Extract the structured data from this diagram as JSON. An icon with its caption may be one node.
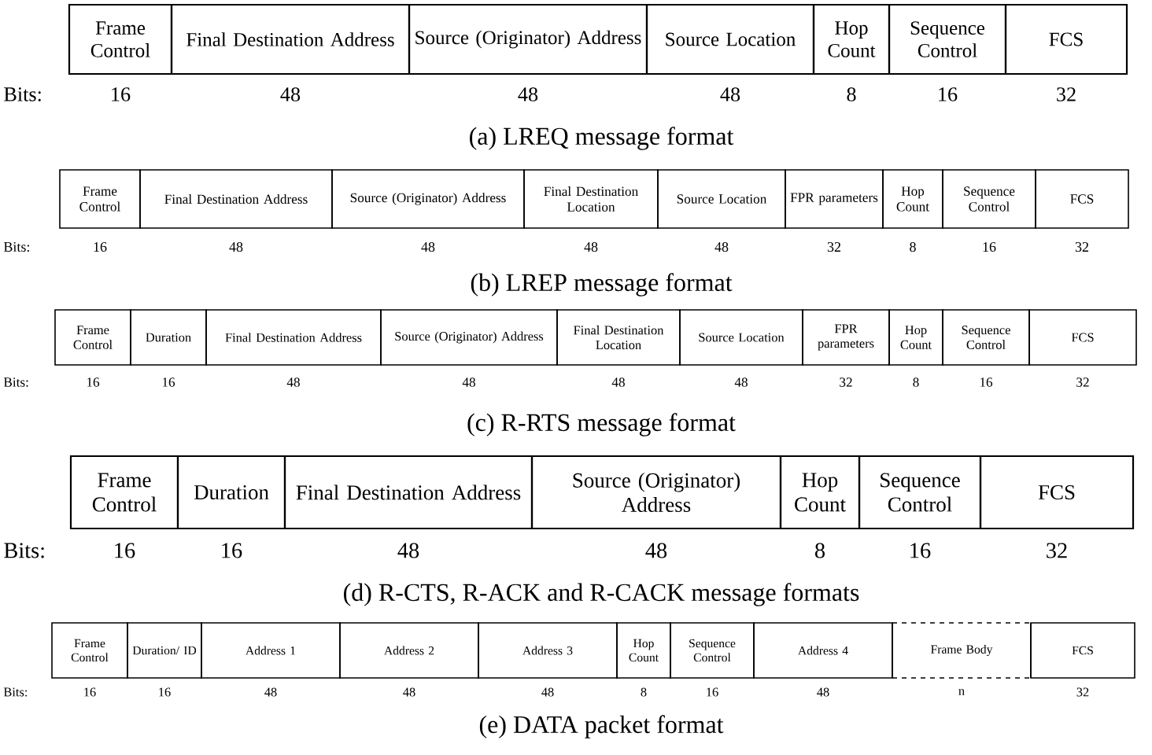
{
  "diagram": {
    "nodes": [
      {
        "text": [
          "Frame Control"
        ],
        "beside": [
          "16"
        ]
      },
      {
        "text": [
          "Final Destination Address"
        ],
        "beside": [
          "48"
        ]
      },
      {
        "text": [
          "Source (Originator) Address"
        ],
        "beside": [
          "48"
        ]
      },
      {
        "text": [
          "Source Location"
        ],
        "beside": [
          "48"
        ]
      },
      {
        "text": [
          "Hop Count"
        ],
        "beside": [
          "8"
        ]
      },
      {
        "text": [
          "Sequence Control"
        ],
        "beside": [
          "16"
        ]
      },
      {
        "text": [
          "FCS"
        ],
        "beside": [
          "32"
        ]
      },
      {
        "text": [
          "Frame Control"
        ],
        "beside": [
          "16"
        ]
      },
      {
        "text": [
          "Final Destination Address"
        ],
        "beside": [
          "48"
        ]
      },
      {
        "text": [
          "Source (Originator) Address"
        ],
        "beside": [
          "48"
        ]
      },
      {
        "text": [
          "Final Destination Location"
        ],
        "beside": [
          "48"
        ]
      },
      {
        "text": [
          "Source Location"
        ],
        "beside": [
          "48"
        ]
      },
      {
        "text": [
          "FPR parameters"
        ],
        "beside": [
          "32"
        ]
      },
      {
        "text": [
          "Hop Count"
        ],
        "beside": [
          "8"
        ]
      },
      {
        "text": [
          "Sequence Control"
        ],
        "beside": [
          "16"
        ]
      },
      {
        "text": [
          "FCS"
        ],
        "beside": [
          "32"
        ]
      },
      {
        "text": [
          "Frame Control"
        ],
        "beside": [
          "16"
        ]
      },
      {
        "text": [
          "Duration"
        ],
        "beside": [
          "16"
        ]
      },
      {
        "text": [
          "Final Destination Address"
        ],
        "beside": [
          "48"
        ]
      },
      {
        "text": [
          "Source (Originator) Address"
        ],
        "beside": [
          "48"
        ]
      },
      {
        "text": [
          "Final Destination Location"
        ],
        "beside": [
          "48"
        ]
      },
      {
        "text": [
          "Source Location"
        ],
        "beside": [
          "48"
        ]
      },
      {
        "text": [
          "FPR parameters"
        ],
        "beside": [
          "32"
        ]
      },
      {
        "text": [
          "Hop Count"
        ],
        "beside": [
          "8"
        ]
      },
      {
        "text": [
          "Sequence Control"
        ],
        "beside": [
          "16"
        ]
      },
      {
        "text": [
          "FCS"
        ],
        "beside": [
          "32"
        ]
      },
      {
        "text": [
          "Frame Control"
        ],
        "beside": [
          "16"
        ]
      },
      {
        "text": [
          "Duration"
        ],
        "beside": [
          "16"
        ]
      },
      {
        "text": [
          "Final Destination Address"
        ],
        "beside": [
          "48"
        ]
      },
      {
        "text": [
          "Source (Originator) Address"
        ],
        "beside": [
          "48"
        ]
      },
      {
        "text": [
          "Hop Count"
        ],
        "beside": [
          "8"
        ]
      },
      {
        "text": [
          "Sequence Control"
        ],
        "beside": [
          "16"
        ]
      },
      {
        "text": [
          "FCS"
        ],
        "beside": [
          "32"
        ]
      },
      {
        "text": [
          "Frame Control"
        ],
        "beside": [
          "16"
        ]
      },
      {
        "text": [
          "Duration/ ID"
        ],
        "beside": [
          "16"
        ]
      },
      {
        "text": [
          "Address 1"
        ],
        "beside": [
          "48"
        ]
      },
      {
        "text": [
          "Address 2"
        ],
        "beside": [
          "48"
        ]
      },
      {
        "text": [
          "Address 3"
        ],
        "beside": [
          "48"
        ]
      },
      {
        "text": [
          "Hop Count"
        ],
        "beside": [
          "8"
        ]
      },
      {
        "text": [
          "Sequence Control"
        ],
        "beside": [
          "16"
        ]
      },
      {
        "text": [
          "Address 4"
        ],
        "beside": [
          "48"
        ]
      },
      {
        "text": [
          "Frame Body"
        ],
        "beside": [
          "n"
        ]
      },
      {
        "text": [
          "FCS"
        ],
        "beside": [
          "32"
        ]
      }
    ],
    "labels": [
      "Bits:",
      "(a) LREQ message format",
      "Bits:",
      "(b) LREP message format",
      "Bits:",
      "(c) R-RTS message format",
      "Bits:",
      "(d) R-CTS, R-ACK and R-CACK message formats",
      "Bits:",
      "(e) DATA packet format"
    ]
  }
}
